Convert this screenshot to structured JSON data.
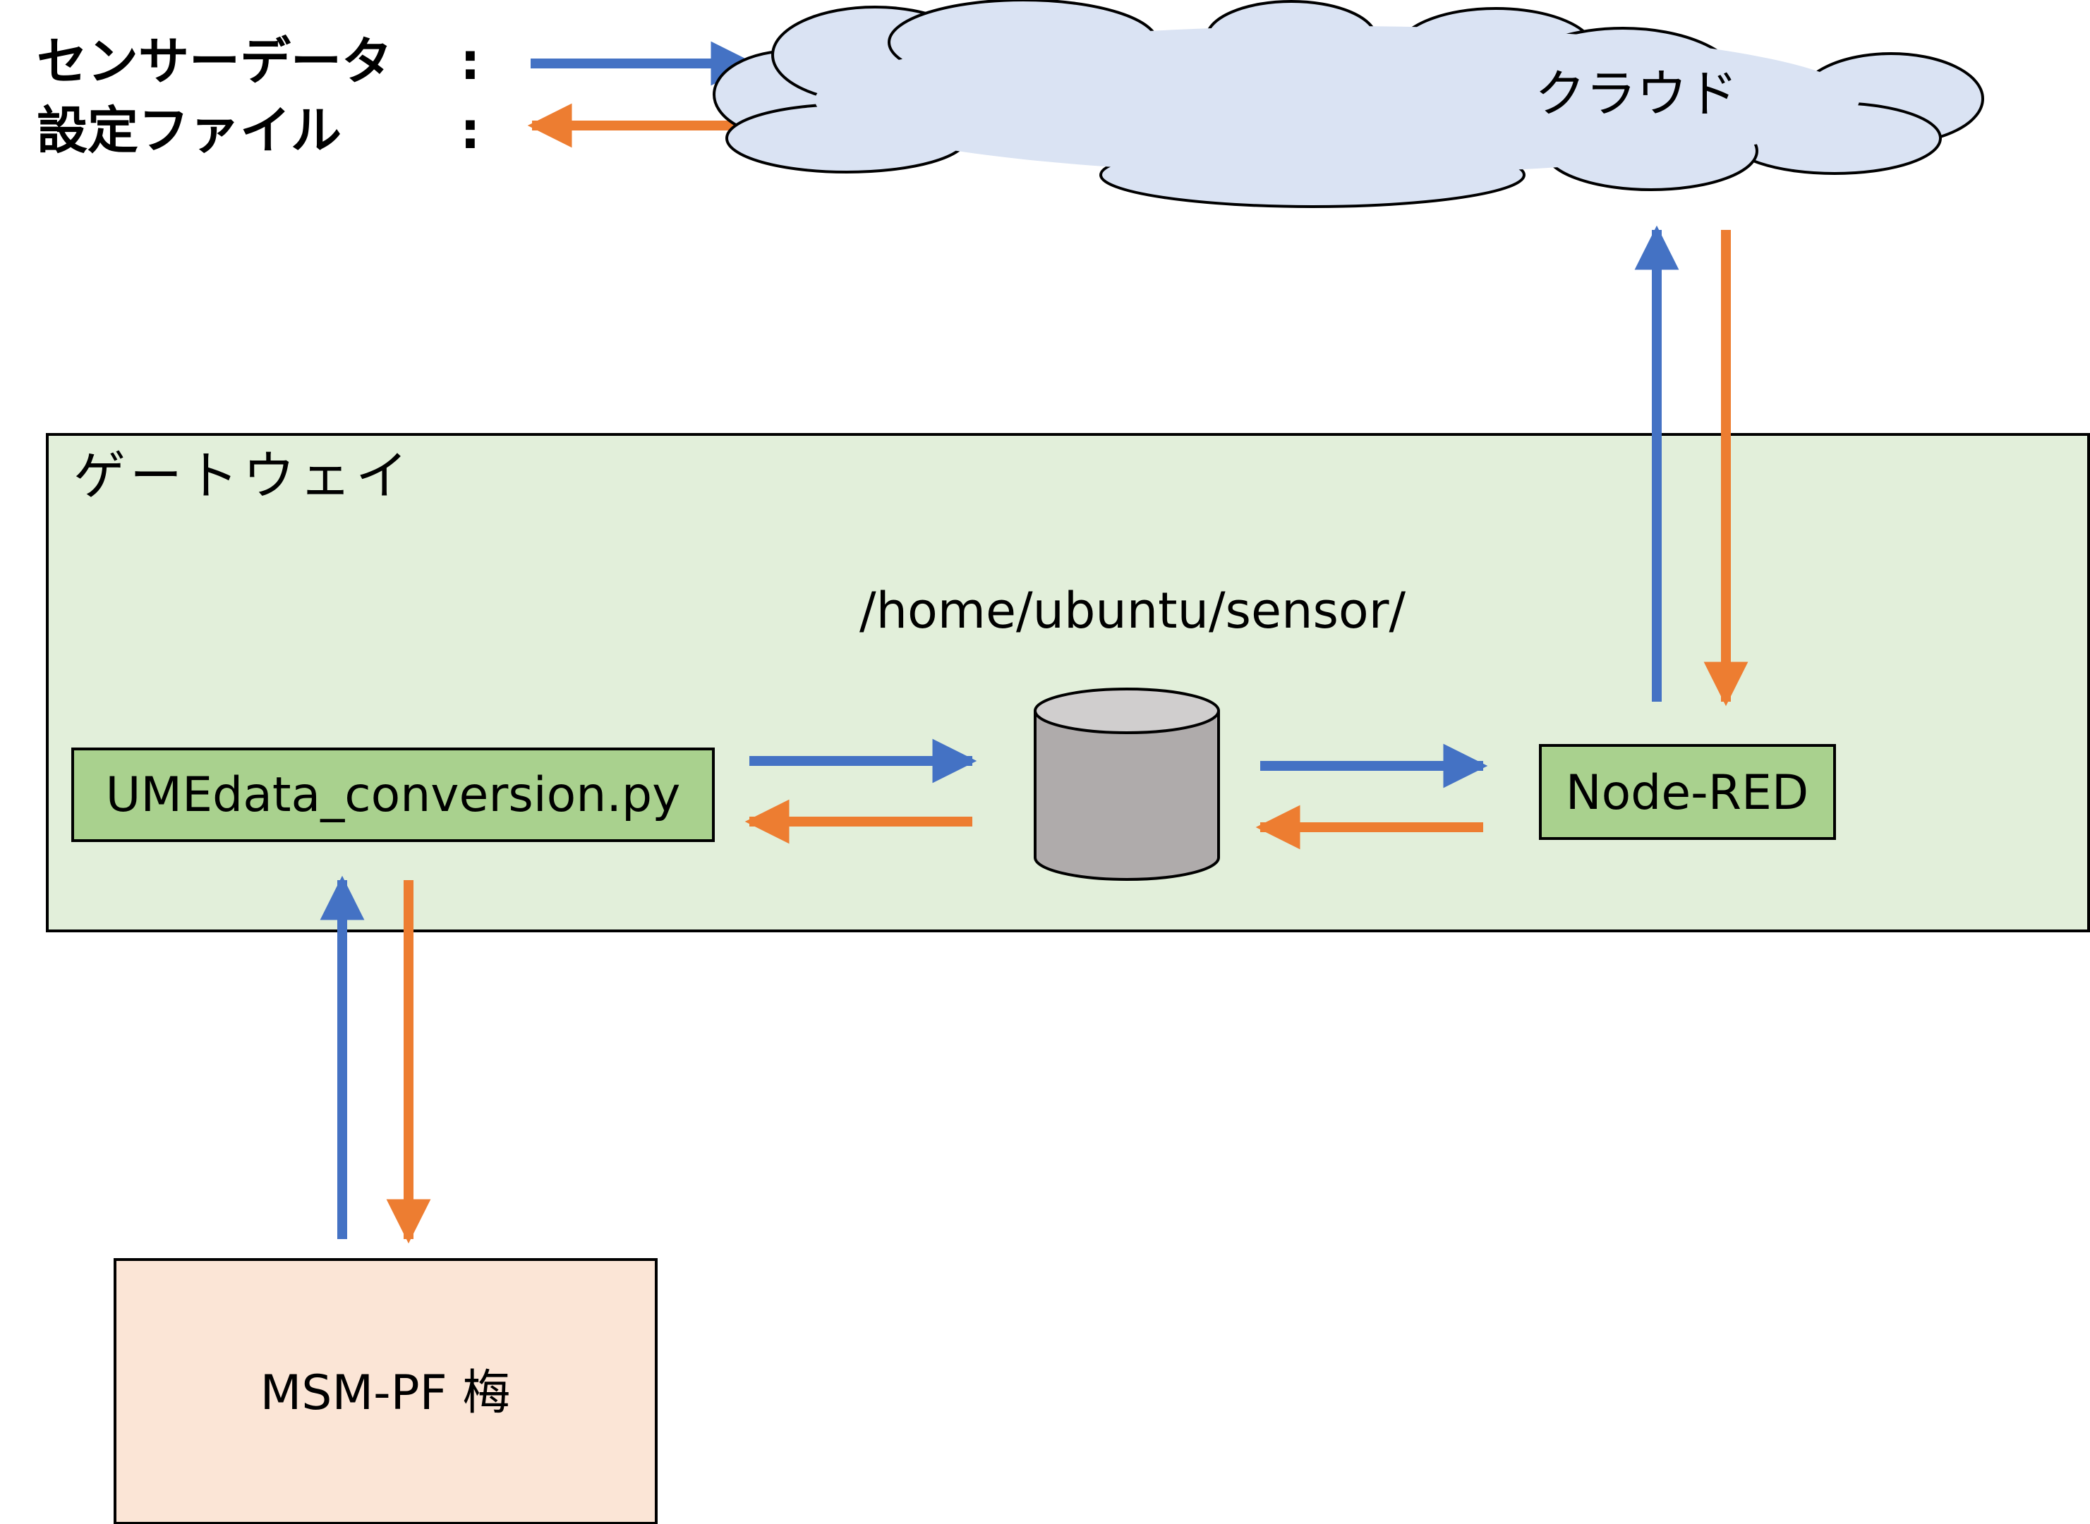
{
  "legend": {
    "sensor_data_label": "センサーデータ",
    "sensor_data_colon": ":",
    "config_file_label": "設定ファイル",
    "config_file_colon": ":"
  },
  "cloud": {
    "label": "クラウド"
  },
  "gateway": {
    "label": "ゲートウェイ",
    "storage_path": "/home/ubuntu/sensor/",
    "converter_label": "UMEdata_conversion.py",
    "nodered_label": "Node-RED"
  },
  "device": {
    "label": "MSM-PF 梅"
  },
  "colors": {
    "sensor_data": "#4472C4",
    "config_file": "#ED7D31",
    "gateway_fill": "#E2EFDA",
    "module_fill": "#A9D18E",
    "cloud_fill": "#DAE3F3",
    "device_fill": "#FBE5D6",
    "storage_fill": "#AFABAB",
    "storage_top_fill": "#D0CECE"
  }
}
